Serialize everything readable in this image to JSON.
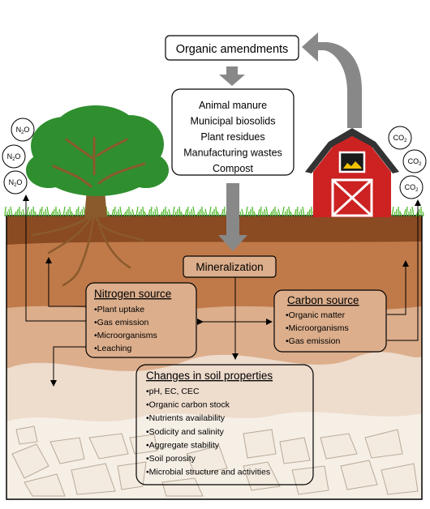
{
  "amendments": {
    "title": "Organic amendments",
    "items": [
      "Animal manure",
      "Municipal biosolids",
      "Plant residues",
      "Manufacturing wastes",
      "Compost"
    ]
  },
  "process": {
    "label": "Mineralization"
  },
  "nitrogen": {
    "title": "Nitrogen source",
    "items": [
      "•Plant uptake",
      "•Gas emission",
      "•Microorganisms",
      "•Leaching"
    ]
  },
  "carbon": {
    "title": "Carbon source",
    "items": [
      "•Organic matter",
      "•Microorganisms",
      "•Gas emission"
    ]
  },
  "soil": {
    "title": "Changes in soil properties",
    "items": [
      "•pH, EC, CEC",
      "•Organic carbon stock",
      "•Nutrients availability",
      "•Sodicity and salinity",
      "•Aggregate stability",
      "•Soil porosity",
      "•Microbial structure and activities"
    ]
  },
  "gases": {
    "n2o": {
      "base": "N",
      "sub": "2",
      "end": "O"
    },
    "co2": {
      "base": "CO",
      "sub": "2"
    }
  },
  "colors": {
    "topsoil": "#8a4a22",
    "layer2": "#c07a4a",
    "layer3": "#dcae8c",
    "layer4": "#eedccd",
    "bedrock": "#f6efe6",
    "tree_canopy": "#2f8f2f",
    "tree_trunk": "#8a5a2b",
    "barn": "#cc2222",
    "arrow_gray": "#888888"
  }
}
